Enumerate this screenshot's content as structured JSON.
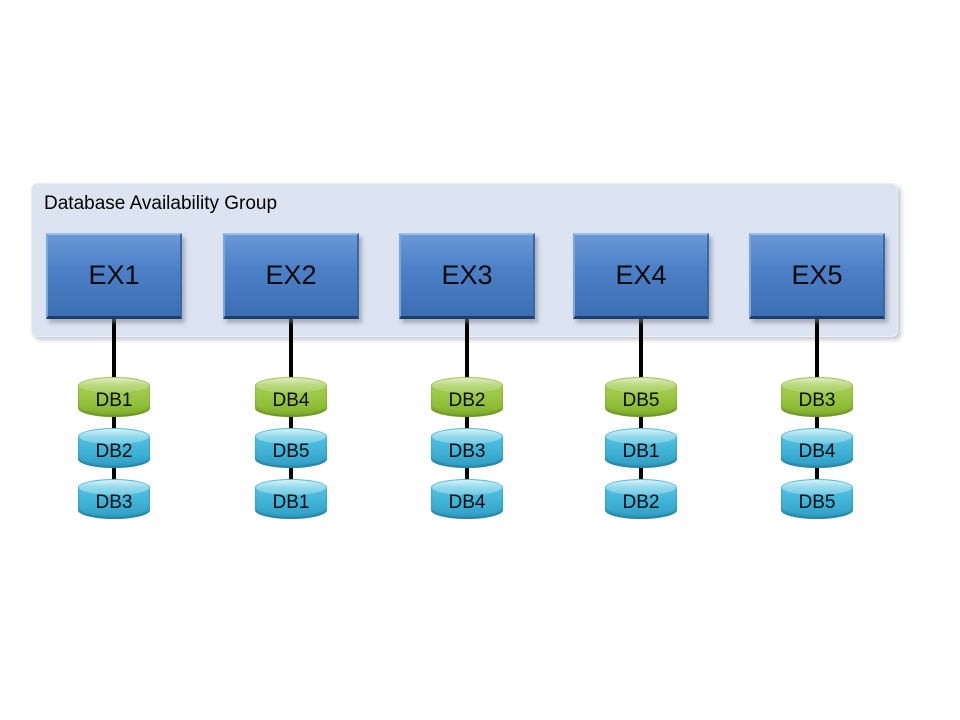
{
  "diagram": {
    "title": "Database Availability Group",
    "servers": [
      {
        "name": "EX1",
        "databases": [
          {
            "label": "DB1",
            "variant": "active"
          },
          {
            "label": "DB2",
            "variant": "passive"
          },
          {
            "label": "DB3",
            "variant": "passive"
          }
        ]
      },
      {
        "name": "EX2",
        "databases": [
          {
            "label": "DB4",
            "variant": "active"
          },
          {
            "label": "DB5",
            "variant": "passive"
          },
          {
            "label": "DB1",
            "variant": "passive"
          }
        ]
      },
      {
        "name": "EX3",
        "databases": [
          {
            "label": "DB2",
            "variant": "active"
          },
          {
            "label": "DB3",
            "variant": "passive"
          },
          {
            "label": "DB4",
            "variant": "passive"
          }
        ]
      },
      {
        "name": "EX4",
        "databases": [
          {
            "label": "DB5",
            "variant": "active"
          },
          {
            "label": "DB1",
            "variant": "passive"
          },
          {
            "label": "DB2",
            "variant": "passive"
          }
        ]
      },
      {
        "name": "EX5",
        "databases": [
          {
            "label": "DB3",
            "variant": "active"
          },
          {
            "label": "DB4",
            "variant": "passive"
          },
          {
            "label": "DB5",
            "variant": "passive"
          }
        ]
      }
    ],
    "colors": {
      "container_bg": "#dde4f1",
      "server_box_top": "#6b98d7",
      "server_box_bottom": "#3d6eb4",
      "db_active_body": "#94c23c",
      "db_active_top": "#bcda82",
      "db_passive_body": "#3db0d4",
      "db_passive_top": "#9adced",
      "connector": "#000000",
      "text": "#0a0a0a"
    }
  }
}
